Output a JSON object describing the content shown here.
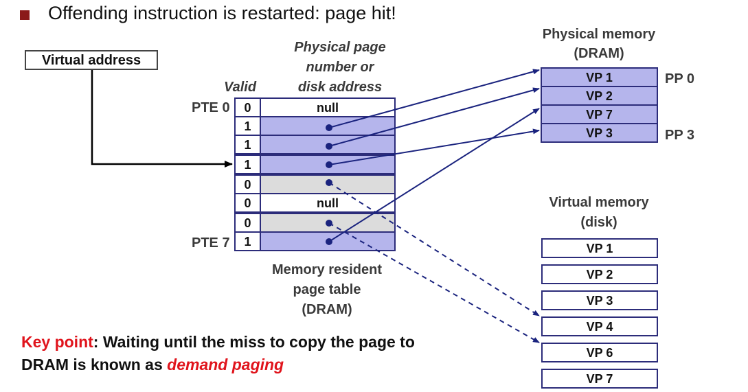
{
  "heading": "Offending instruction is restarted: page hit!",
  "virtual_address_label": "Virtual address",
  "col_valid": "Valid",
  "col_ppn_line1": "Physical page",
  "col_ppn_line2": "number or",
  "col_ppn_line3": "disk address",
  "pte_first_label": "PTE 0",
  "pte_last_label": "PTE 7",
  "page_table": [
    {
      "valid": "0",
      "content": "null"
    },
    {
      "valid": "1",
      "content": ""
    },
    {
      "valid": "1",
      "content": ""
    },
    {
      "valid": "1",
      "content": ""
    },
    {
      "valid": "0",
      "content": ""
    },
    {
      "valid": "0",
      "content": "null"
    },
    {
      "valid": "0",
      "content": ""
    },
    {
      "valid": "1",
      "content": ""
    }
  ],
  "page_table_caption_line1": "Memory resident",
  "page_table_caption_line2": "page table",
  "page_table_caption_line3": "(DRAM)",
  "physical_memory_title_line1": "Physical memory",
  "physical_memory_title_line2": "(DRAM)",
  "physical_pages": [
    "VP 1",
    "VP 2",
    "VP 7",
    "VP 3"
  ],
  "pp_first_label": "PP 0",
  "pp_last_label": "PP 3",
  "virtual_memory_title_line1": "Virtual memory",
  "virtual_memory_title_line2": "(disk)",
  "virtual_pages": [
    "VP 1",
    "VP 2",
    "VP 3",
    "VP 4",
    "VP 6",
    "VP 7"
  ],
  "key_point_label": "Key point",
  "key_point_text": ": Waiting until the miss to copy the page to DRAM is known as ",
  "key_point_emphasis": "demand paging",
  "colors": {
    "resident": "#b5b5ec",
    "on_disk": "#dcdcdc",
    "border": "#2c2c7a",
    "arrow": "#1a237e",
    "accent_red": "#e0141c",
    "bullet": "#8b1a1a"
  }
}
